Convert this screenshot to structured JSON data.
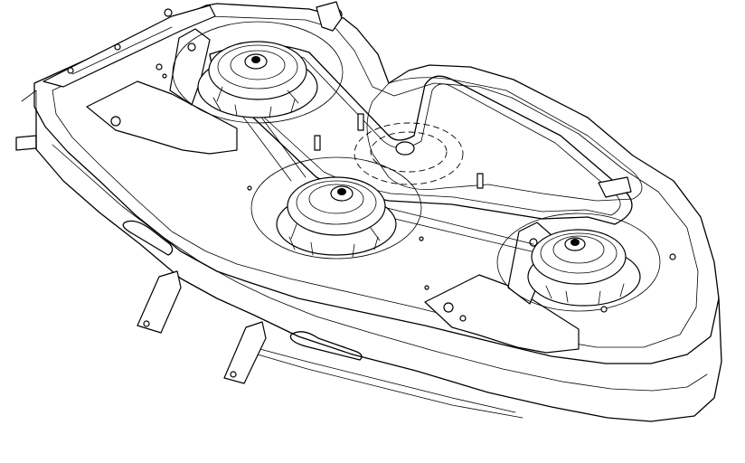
{
  "diagram": {
    "subject": "mower-deck-exploded-line-drawing",
    "stroke_color": "#000000",
    "background_color": "#ffffff",
    "parts": {
      "pulleys": [
        "left-spindle-pulley",
        "center-spindle-pulley",
        "right-spindle-pulley",
        "idler-pulley"
      ],
      "belts": [
        "drive-belt"
      ],
      "brackets": [
        "left-hanger-bracket",
        "right-hanger-bracket",
        "front-hanger-bracket-left",
        "front-hanger-bracket-right"
      ],
      "handles": [
        "side-handle-left",
        "side-handle-front"
      ],
      "pins": [
        "locating-pin"
      ]
    }
  }
}
